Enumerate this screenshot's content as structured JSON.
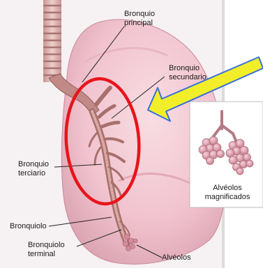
{
  "labels": {
    "bronquio_principal": [
      "Bronquio",
      "principal"
    ],
    "bronquio_secundario": [
      "Bronquio",
      "secundario"
    ],
    "bronquio_terciario": [
      "Bronquio",
      "terciario"
    ],
    "bronquiolo": "Bronquiolo",
    "bronquiolo_terminal": [
      "Bronquiolo",
      "terminal"
    ],
    "alveolos": "Alvéolos",
    "alveolos_magnificados": [
      "Alvéolos",
      "magnificados"
    ]
  },
  "colors": {
    "lung": "#f3c9d3",
    "lung_shade": "#d9a0ae",
    "trachea": "#d6a6a6",
    "bronchus": "#b9837d",
    "highlight_ellipse": "#e8141b",
    "arrow_fill": "#f2ef2a",
    "arrow_stroke": "#3a6fd8",
    "alveoli": "#e3a5b4"
  }
}
